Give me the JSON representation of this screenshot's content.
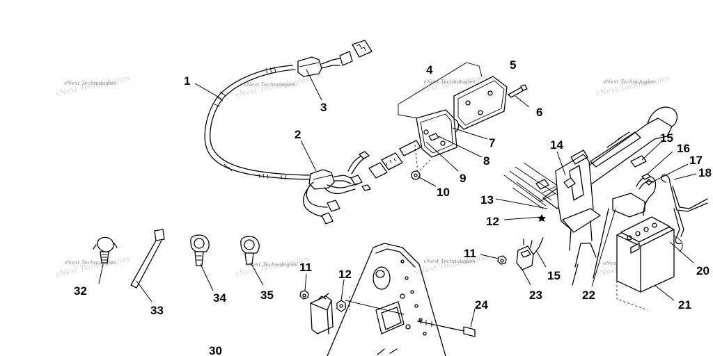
{
  "watermark": "vNext Technologies",
  "callouts": [
    {
      "id": "1",
      "label": "1"
    },
    {
      "id": "2",
      "label": "2"
    },
    {
      "id": "3",
      "label": "3"
    },
    {
      "id": "4",
      "label": "4"
    },
    {
      "id": "5",
      "label": "5"
    },
    {
      "id": "6",
      "label": "6"
    },
    {
      "id": "7",
      "label": "7"
    },
    {
      "id": "8",
      "label": "8"
    },
    {
      "id": "9",
      "label": "9"
    },
    {
      "id": "10",
      "label": "10"
    },
    {
      "id": "11a",
      "label": "11"
    },
    {
      "id": "11b",
      "label": "11"
    },
    {
      "id": "12a",
      "label": "12"
    },
    {
      "id": "12b",
      "label": "12"
    },
    {
      "id": "13",
      "label": "13"
    },
    {
      "id": "14",
      "label": "14"
    },
    {
      "id": "15a",
      "label": "15"
    },
    {
      "id": "15b",
      "label": "15"
    },
    {
      "id": "16",
      "label": "16"
    },
    {
      "id": "17",
      "label": "17"
    },
    {
      "id": "18",
      "label": "18"
    },
    {
      "id": "20",
      "label": "20"
    },
    {
      "id": "21",
      "label": "21"
    },
    {
      "id": "22",
      "label": "22"
    },
    {
      "id": "23",
      "label": "23"
    },
    {
      "id": "24",
      "label": "24"
    },
    {
      "id": "30",
      "label": "30"
    },
    {
      "id": "32",
      "label": "32"
    },
    {
      "id": "33",
      "label": "33"
    },
    {
      "id": "34",
      "label": "34"
    },
    {
      "id": "35",
      "label": "35"
    }
  ]
}
